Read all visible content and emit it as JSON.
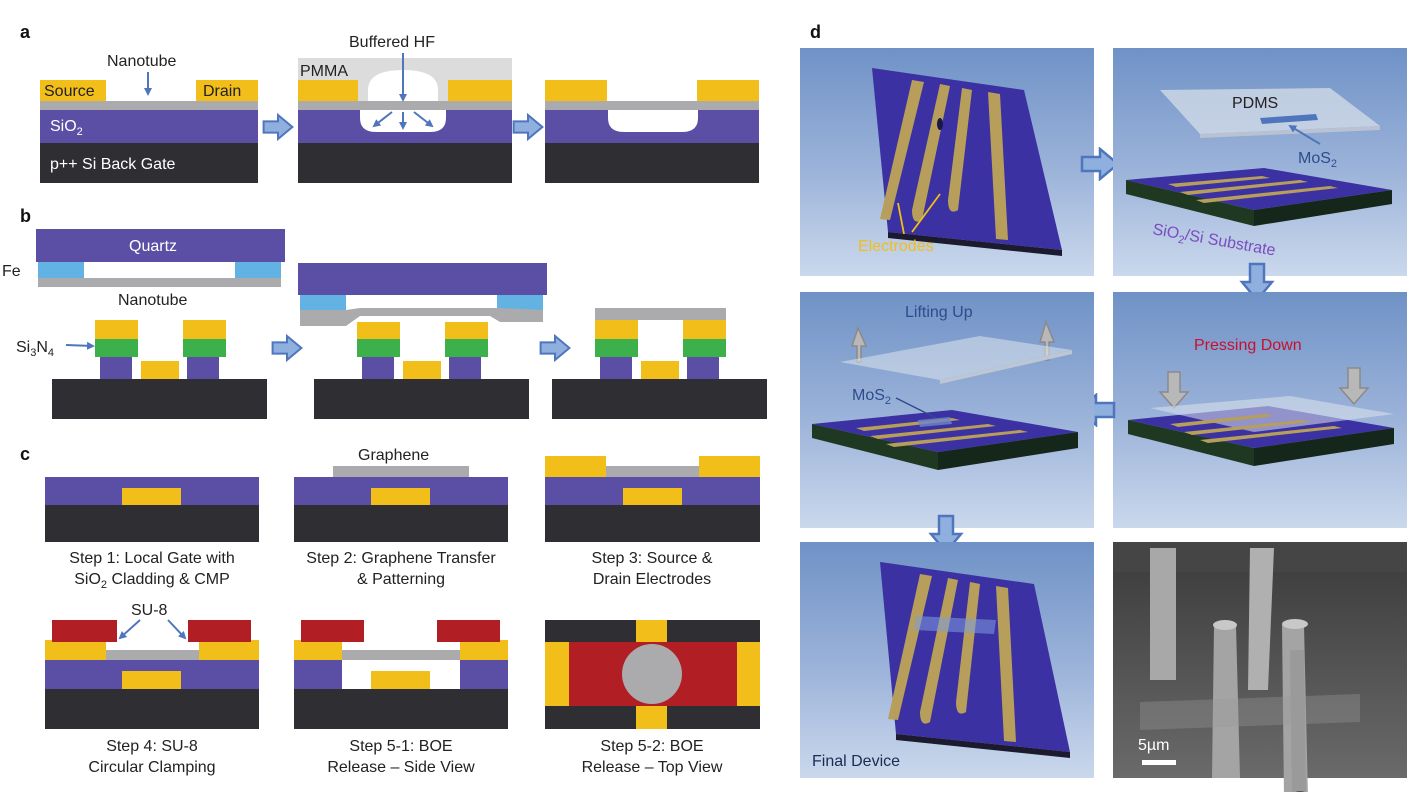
{
  "colors": {
    "gold": "#F2BE1A",
    "oxide": "#5B4FA5",
    "substrate": "#2F2F33",
    "tube": "#ABABAE",
    "iron": "#62B3E3",
    "nitride": "#3CB04A",
    "su8": "#B11F24",
    "arrow": "#4F76BD",
    "tile_top": "#6F92C6",
    "tile_bottom": "#C9D7EA",
    "chip": "#3B31A3",
    "electrode": "#B79E5A"
  },
  "panels": {
    "a": {
      "letter": "a",
      "source": "Source",
      "drain": "Drain",
      "nanotube": "Nanotube",
      "sio2": "SiO",
      "sio2_sub": "2",
      "backgate": "p++ Si Back Gate",
      "pmma": "PMMA",
      "hf": "Buffered HF"
    },
    "b": {
      "letter": "b",
      "quartz": "Quartz",
      "fe": "Fe",
      "nanotube": "Nanotube",
      "si3n4_a": "Si",
      "si3n4_b": "3",
      "si3n4_c": "N",
      "si3n4_d": "4"
    },
    "c": {
      "letter": "c",
      "graphene": "Graphene",
      "su8": "SU-8",
      "step1_l1": "Step 1: Local Gate with",
      "step1_l2a": "SiO",
      "step1_l2b": "2",
      "step1_l2c": " Cladding & CMP",
      "step2_l1": "Step 2: Graphene Transfer",
      "step2_l2": "& Patterning",
      "step3_l1": "Step 3: Source &",
      "step3_l2": "Drain Electrodes",
      "step4_l1": "Step 4: SU-8",
      "step4_l2": "Circular Clamping",
      "step51_l1": "Step 5-1: BOE",
      "step51_l2": "Release – Side View",
      "step52_l1": "Step 5-2: BOE",
      "step52_l2": "Release – Top View"
    },
    "d": {
      "letter": "d",
      "electrodes": "Electrodes",
      "pdms": "PDMS",
      "mos2_a": "MoS",
      "mos2_b": "2",
      "substrate_a": "SiO",
      "substrate_b": "2",
      "substrate_c": "/Si Substrate",
      "pressing": "Pressing Down",
      "lifting": "Lifting Up",
      "final": "Final Device",
      "scale": "5µm"
    }
  }
}
